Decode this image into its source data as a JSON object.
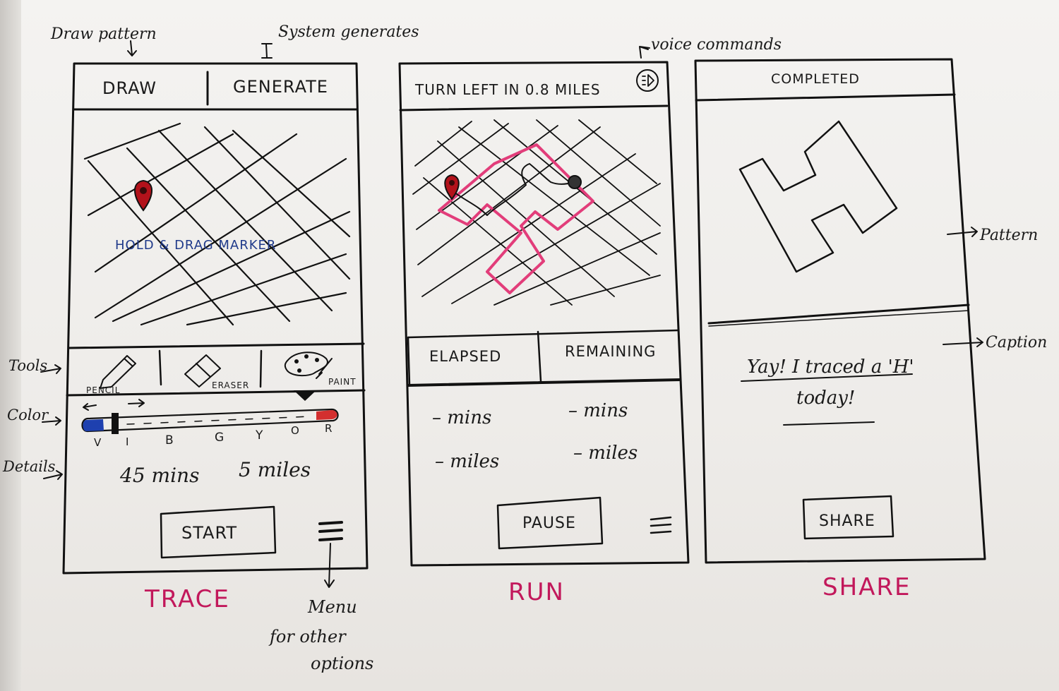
{
  "annotations": {
    "draw_pattern": "Draw pattern",
    "system_generates": "System generates",
    "voice_commands": "voice commands",
    "pattern": "Pattern",
    "caption": "Caption",
    "tools": "Tools",
    "color": "Color",
    "details": "Details",
    "menu_line1": "Menu",
    "menu_line2": "for other",
    "menu_line3": "options"
  },
  "trace": {
    "tab_draw": "DRAW",
    "tab_generate": "GENERATE",
    "map_hint": "HOLD & DRAG MARKER",
    "tools": [
      "PENCIL",
      "ERASER",
      "PAINT"
    ],
    "color_scale": [
      "V",
      "I",
      "B",
      "G",
      "Y",
      "O",
      "R"
    ],
    "duration": "45 mins",
    "distance": "5 miles",
    "start_button": "START",
    "screen_label": "TRACE"
  },
  "run": {
    "instruction": "TURN LEFT IN 0.8 MILES",
    "elapsed_label": "ELAPSED",
    "remaining_label": "REMAINING",
    "elapsed_mins": "– mins",
    "remaining_mins": "– mins",
    "elapsed_miles": "– miles",
    "remaining_miles": "– miles",
    "pause_button": "PAUSE",
    "screen_label": "RUN"
  },
  "share": {
    "header": "COMPLETED",
    "caption_line1": "Yay! I traced a 'H'",
    "caption_line2": "today!",
    "share_button": "SHARE",
    "screen_label": "SHARE"
  },
  "colors": {
    "ink": "#111111",
    "accent_pink": "#c2185b",
    "route_pink": "#e23d7a",
    "marker_red": "#b3121b",
    "hint_blue": "#1f3a8a",
    "violet_end": "#1e40af",
    "red_end": "#d32f2f"
  }
}
